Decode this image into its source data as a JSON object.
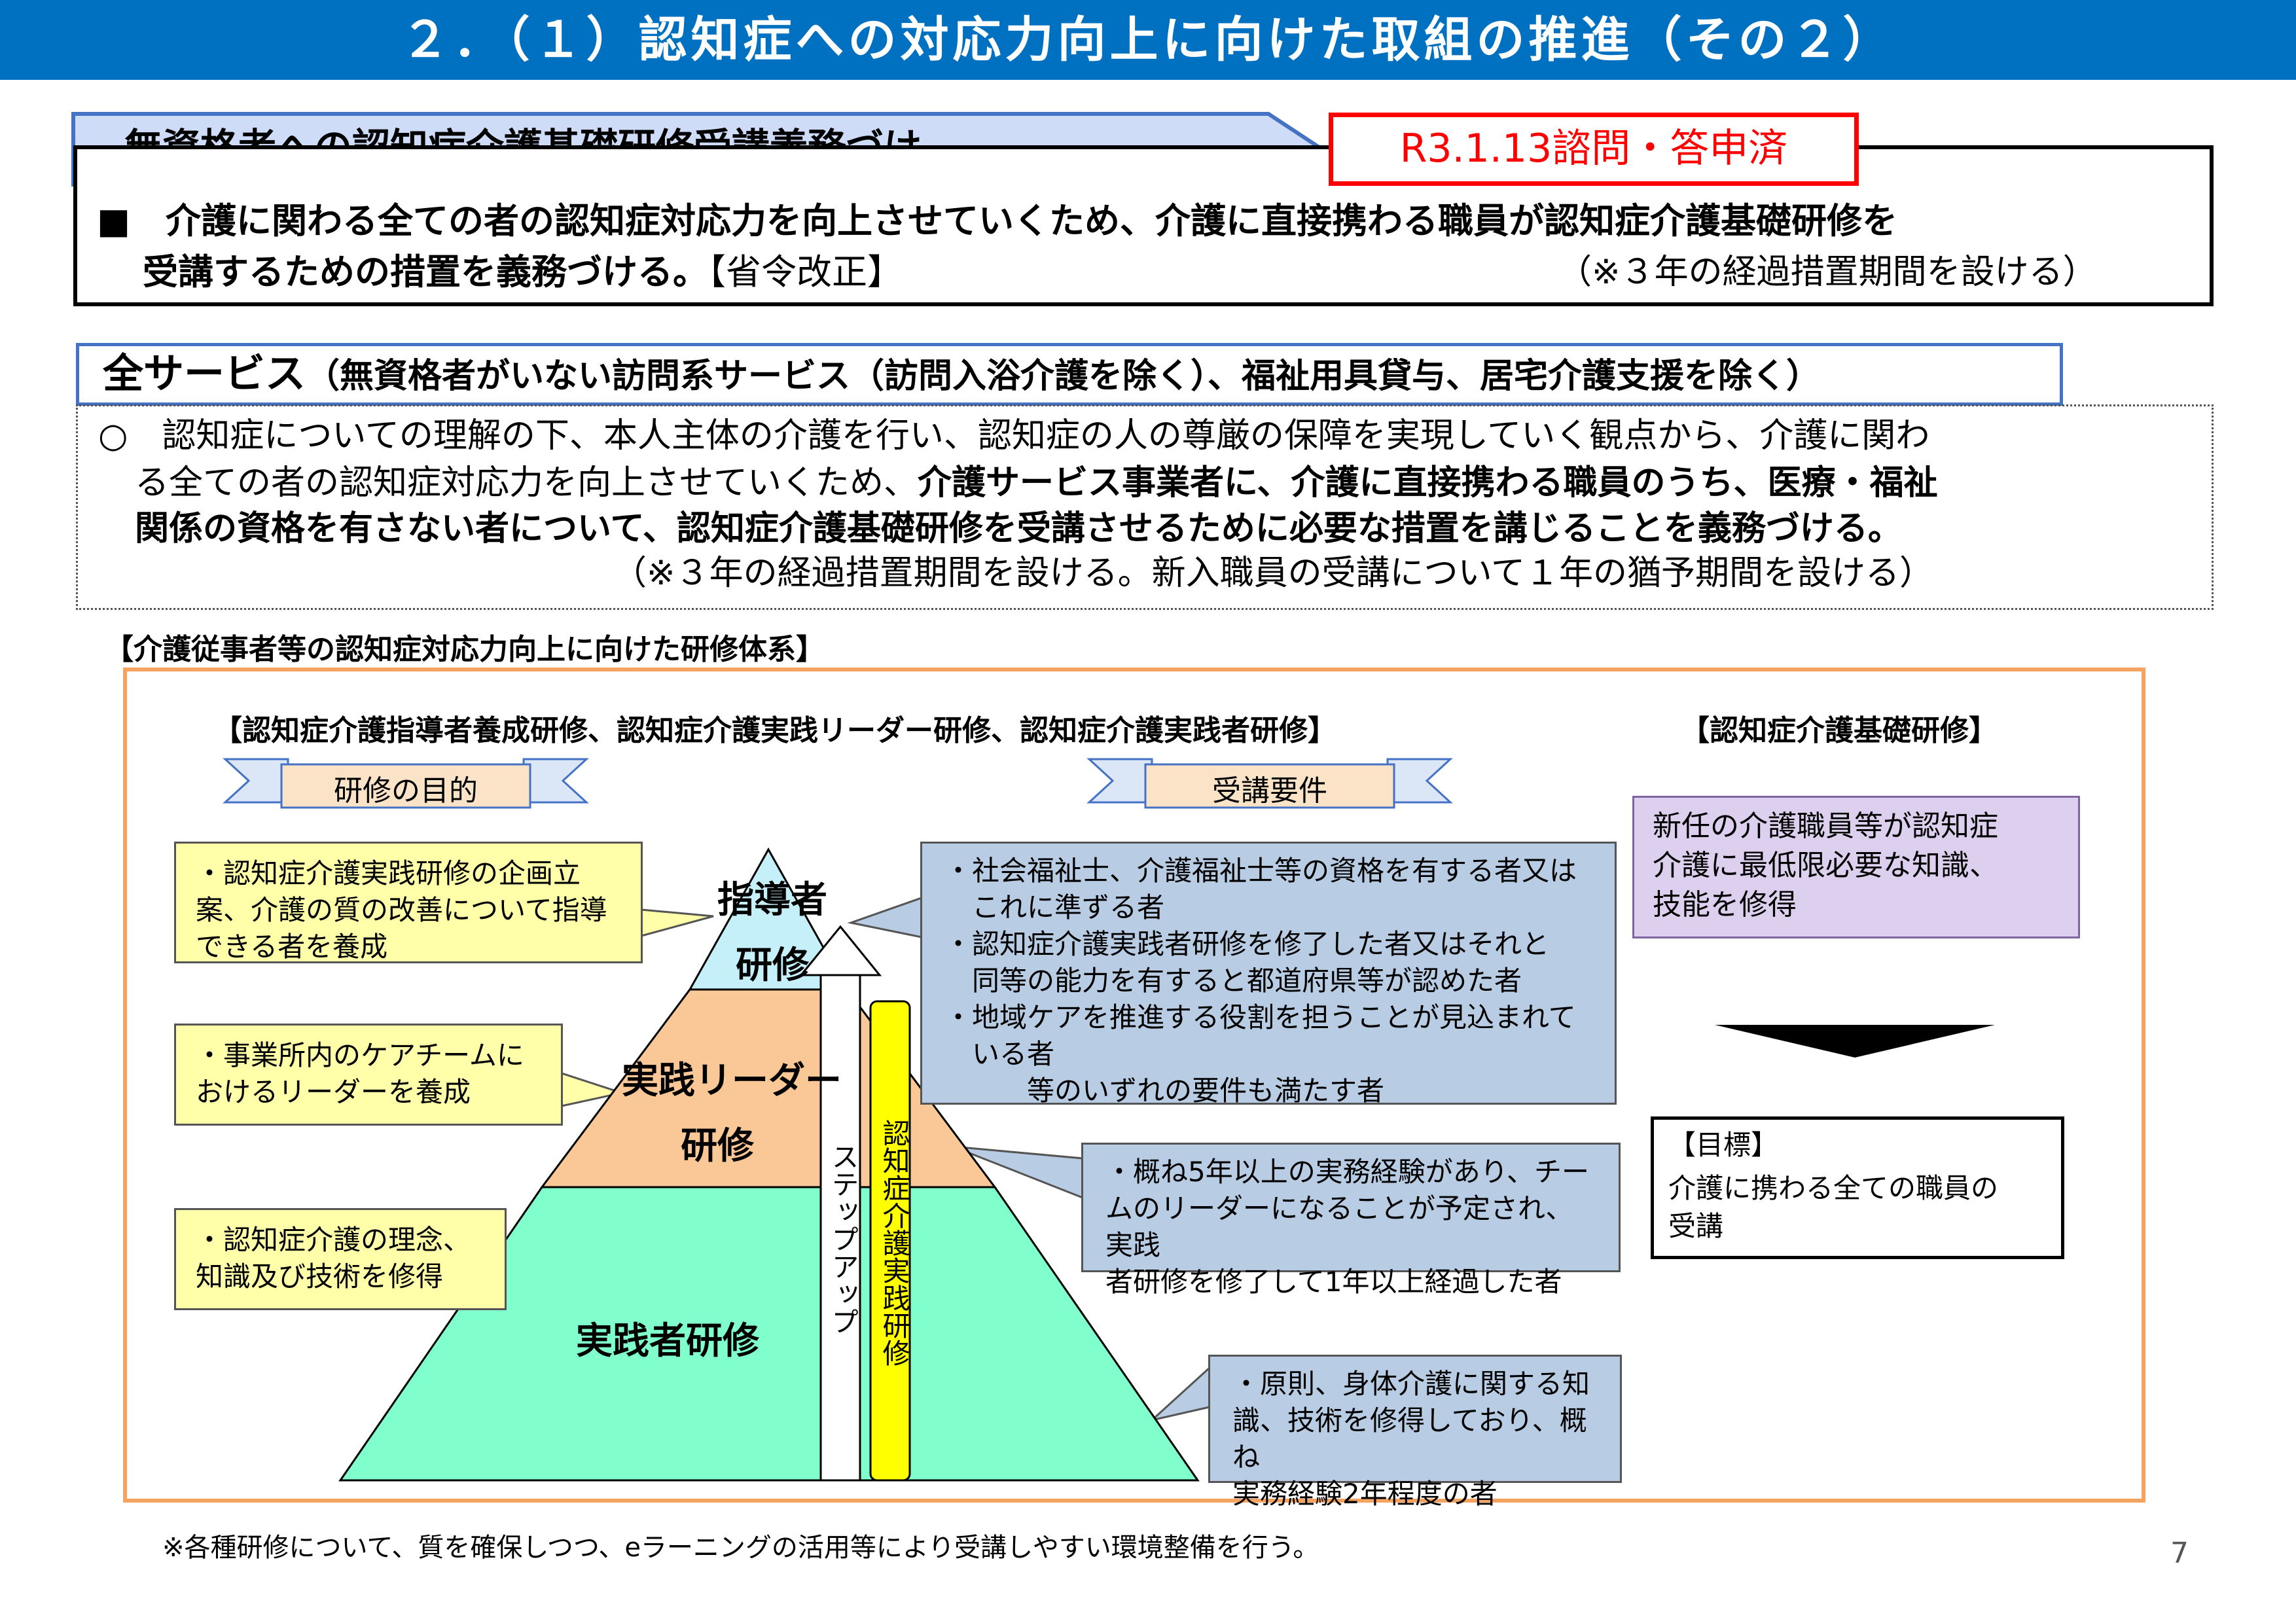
{
  "page": {
    "title": "２．（１）認知症への対応力向上に向けた取組の推進（その２）",
    "page_number": "7"
  },
  "subtitle": {
    "text": "無資格者への認知症介護基礎研修受講義務づけ",
    "date_tag": "R3.1.13諮問・答申済"
  },
  "summary": {
    "line1": "■　介護に関わる全ての者の認知症対応力を向上させていくため、介護に直接携わる職員が認知症介護基礎研修を",
    "line2_bold": "受講するための措置を義務づける。",
    "line2_normal": "【省令改正】",
    "note": "（※３年の経過措置期間を設ける）"
  },
  "all_services": {
    "main": "全サービス",
    "sub": "（無資格者がいない訪問系サービス（訪問入浴介護を除く）、福祉用具貸与、居宅介護支援を除く）"
  },
  "description": {
    "line1": "○　認知症についての理解の下、本人主体の介護を行い、認知症の人の尊厳の保障を実現していく観点から、介護に関わ",
    "line2_normal": "る全ての者の認知症対応力を向上させていくため、",
    "line2_bold": "介護サービス事業者に、介護に直接携わる職員のうち、医療・福祉",
    "line3_bold": "関係の資格を有さない者について、認知症介護基礎研修を受講させるために必要な措置を講じることを義務づける。",
    "line4": "（※３年の経過措置期間を設ける。新入職員の受講について１年の猶予期間を設ける）"
  },
  "training_system": {
    "heading": "【介護従事者等の認知症対応力向上に向けた研修体系】",
    "left_heading": "【認知症介護指導者養成研修、認知症介護実践リーダー研修、認知症介護実践者研修】",
    "right_heading": "【認知症介護基礎研修】",
    "ribbon_purpose": "研修の目的",
    "ribbon_requirements": "受講要件",
    "tiers": {
      "top_line1": "指導者",
      "top_line2": "研修",
      "mid_line1": "実践リーダー",
      "mid_line2": "研修",
      "bottom": "実践者研修"
    },
    "step_up": "ステップアップ",
    "practice_training": "認知症介護実践研修",
    "purposes": [
      {
        "line1": "・認知症介護実践研修の企画立",
        "line2": "案、介護の質の改善について指導",
        "line3": "できる者を養成"
      },
      {
        "line1": "・事業所内のケアチームに",
        "line2": "おけるリーダーを養成"
      },
      {
        "line1": "・認知症介護の理念、",
        "line2": "知識及び技術を修得"
      }
    ],
    "requirements": {
      "top": [
        "・社会福祉士、介護福祉士等の資格を有する者又は",
        "　これに準ずる者",
        "・認知症介護実践者研修を修了した者又はそれと",
        "　同等の能力を有すると都道府県等が認めた者",
        "・地域ケアを推進する役割を担うことが見込まれて",
        "　いる者",
        "　　　等のいずれの要件も満たす者"
      ],
      "mid": [
        "・概ね5年以上の実務経験があり、チー",
        "ムのリーダーになることが予定され、実践",
        "者研修を修了して1年以上経過した者"
      ],
      "bottom": [
        "・原則、身体介護に関する知",
        "識、技術を修得しており、概ね",
        "実務経験2年程度の者"
      ]
    },
    "basic_training": {
      "purpose": [
        "新任の介護職員等が認知症",
        "介護に最低限必要な知識、",
        "技能を修得"
      ],
      "goal_heading": "【目標】",
      "goal": [
        "介護に携わる全ての職員の",
        "受講"
      ]
    }
  },
  "footnote": "※各種研修について、質を確保しつつ、eラーニングの活用等により受講しやすい環境整備を行う。"
}
